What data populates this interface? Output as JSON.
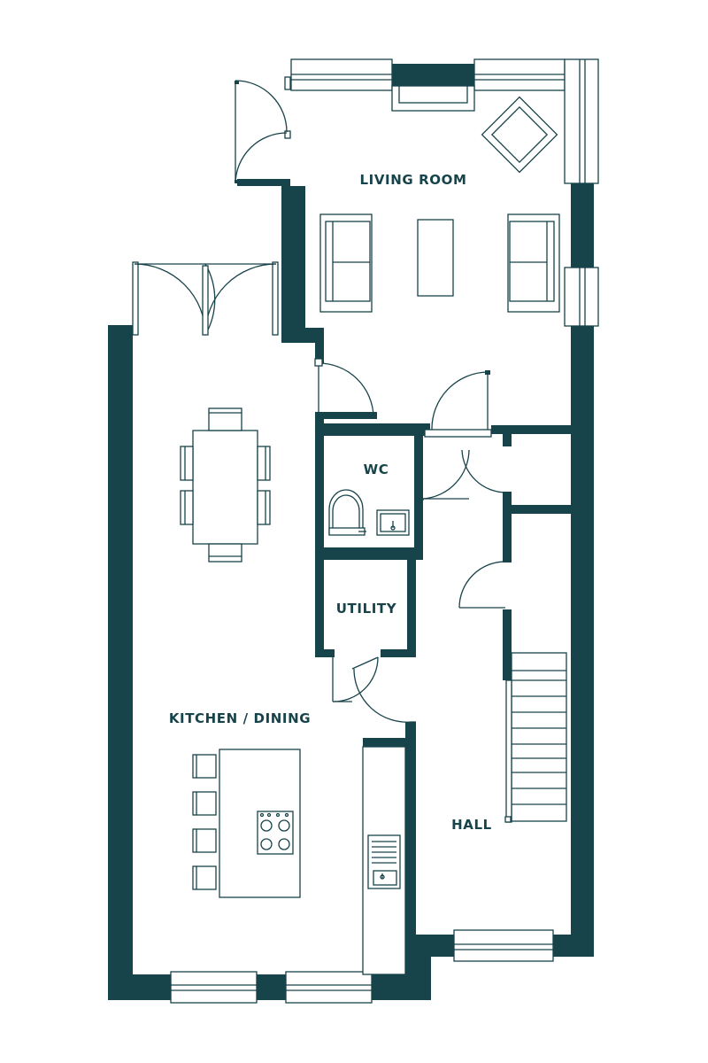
{
  "colors": {
    "wall": "#17434a",
    "background": "#ffffff"
  },
  "rooms": {
    "living_room": "LIVING ROOM",
    "wc": "WC",
    "utility": "UTILITY",
    "kitchen_dining": "KITCHEN / DINING",
    "hall": "HALL"
  }
}
